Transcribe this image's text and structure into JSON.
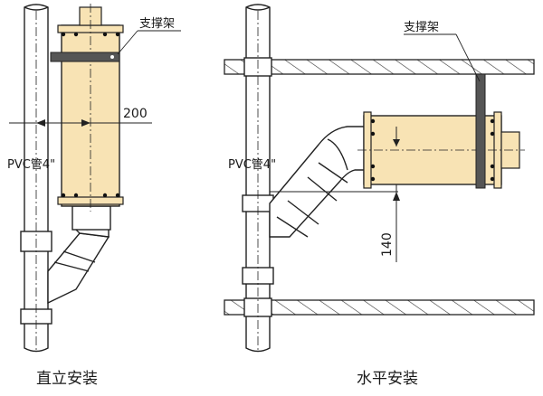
{
  "vertical": {
    "caption": "直立安装",
    "bracket_label": "支撑架",
    "pipe_label": "PVC管4\"",
    "dimension": "200"
  },
  "horizontal": {
    "caption": "水平安装",
    "bracket_label": "支撑架",
    "pipe_label": "PVC管4\"",
    "dimension": "140"
  },
  "colors": {
    "canister_fill": "#f8e3b4",
    "line": "#222222",
    "bracket": "#555555",
    "hatch": "#333333"
  }
}
